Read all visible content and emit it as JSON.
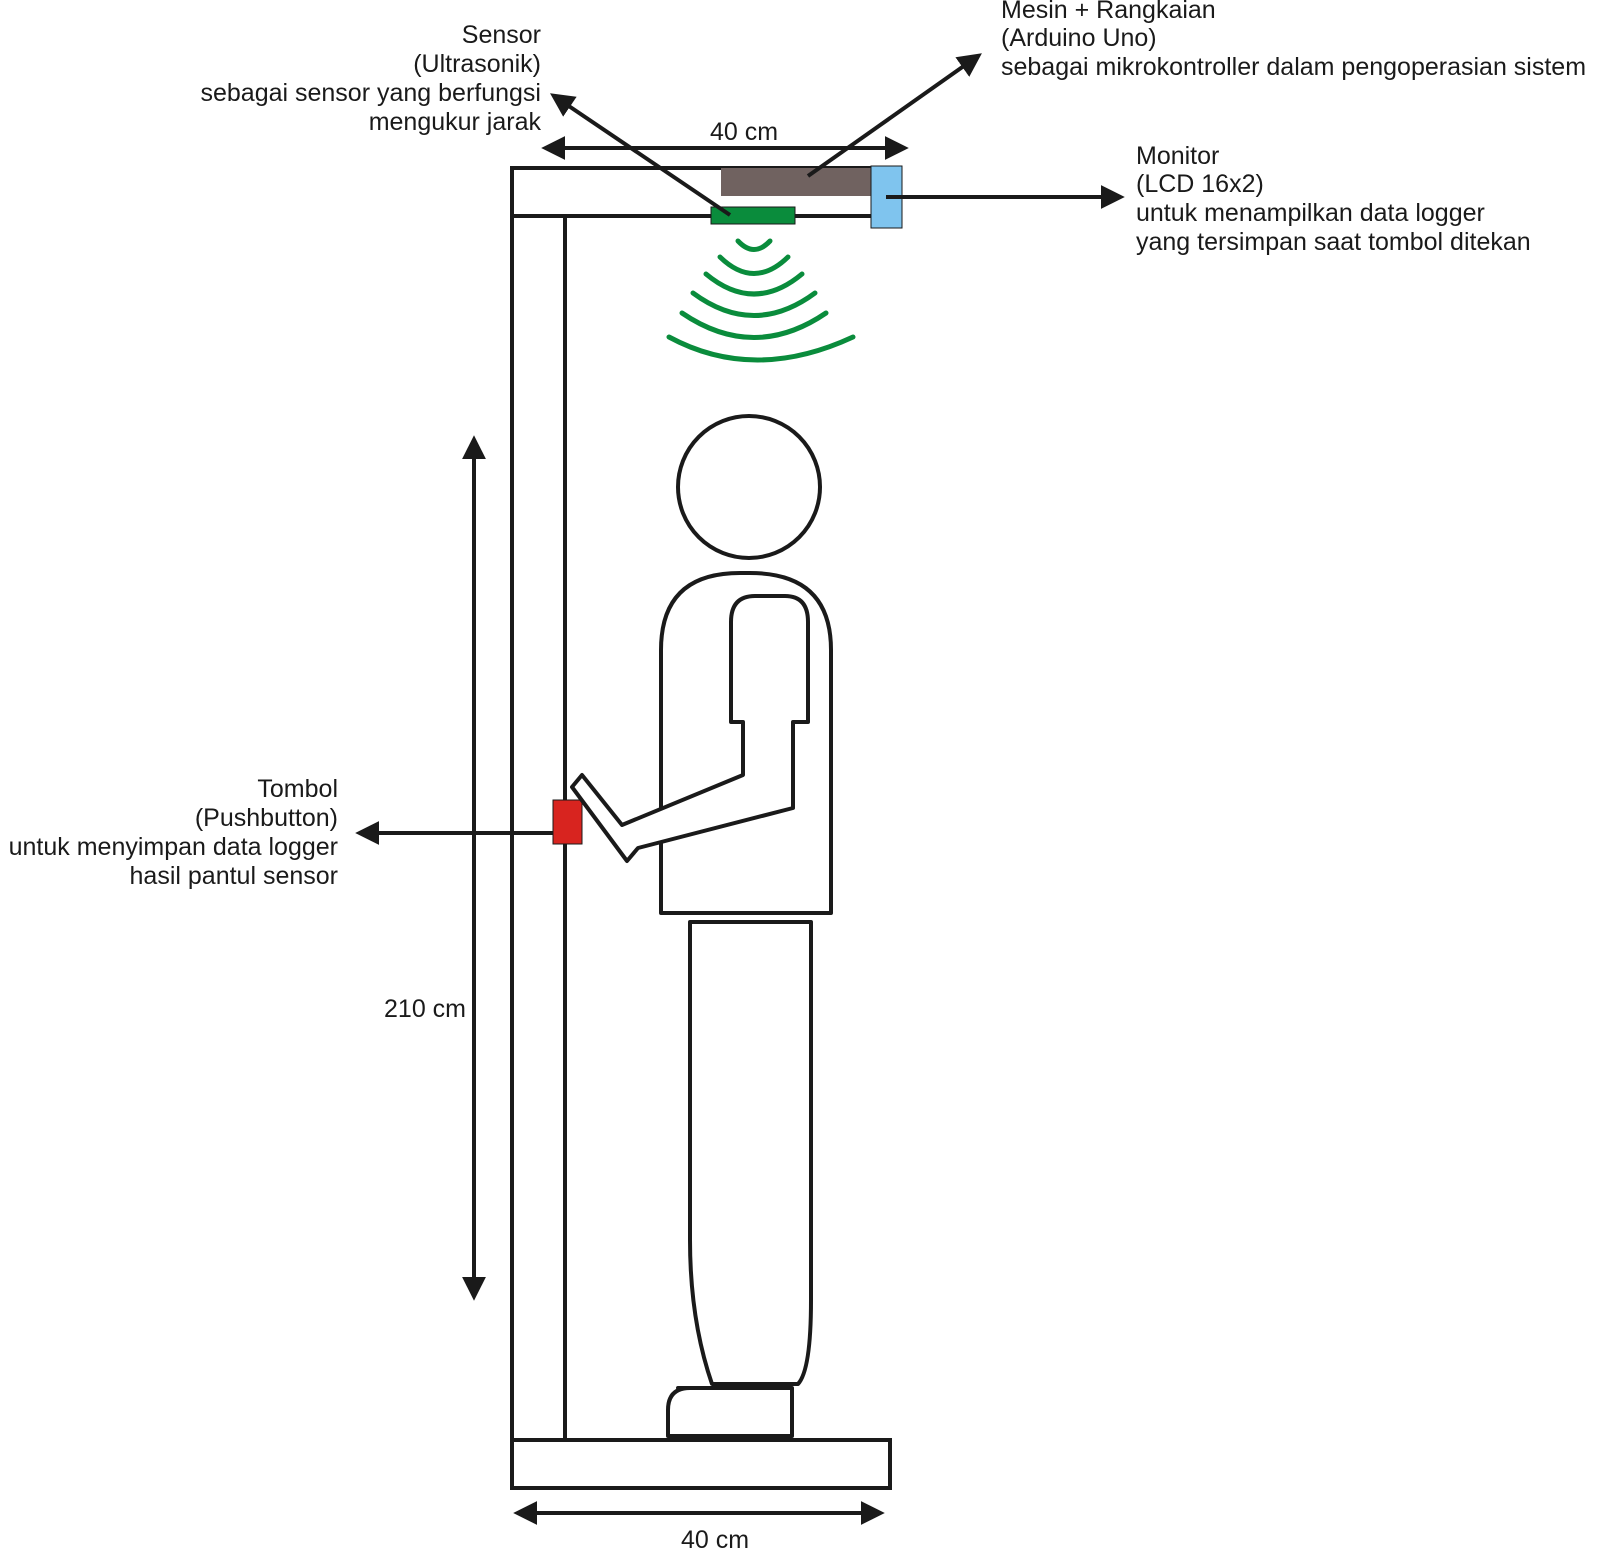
{
  "labels": {
    "sensor": [
      "Sensor",
      "(Ultrasonik)",
      "sebagai sensor yang berfungsi",
      "mengukur jarak"
    ],
    "mesin": [
      "Mesin + Rangkaian",
      "(Arduino Uno)",
      "sebagai mikrokontroller dalam pengoperasian sistem"
    ],
    "monitor": [
      "Monitor",
      "(LCD 16x2)",
      "untuk menampilkan data logger",
      "yang tersimpan saat tombol ditekan"
    ],
    "tombol": [
      "Tombol",
      "(Pushbutton)",
      "untuk menyimpan data logger",
      "hasil pantul sensor"
    ]
  },
  "dimensions": {
    "top_width": "40 cm",
    "height": "210 cm",
    "bottom_width": "40 cm"
  },
  "colors": {
    "sensor": "#0a8c3c",
    "mesin": "#706260",
    "monitor": "#7fc4ee",
    "tombol": "#d8241f",
    "waves": "#0a8c3c"
  }
}
